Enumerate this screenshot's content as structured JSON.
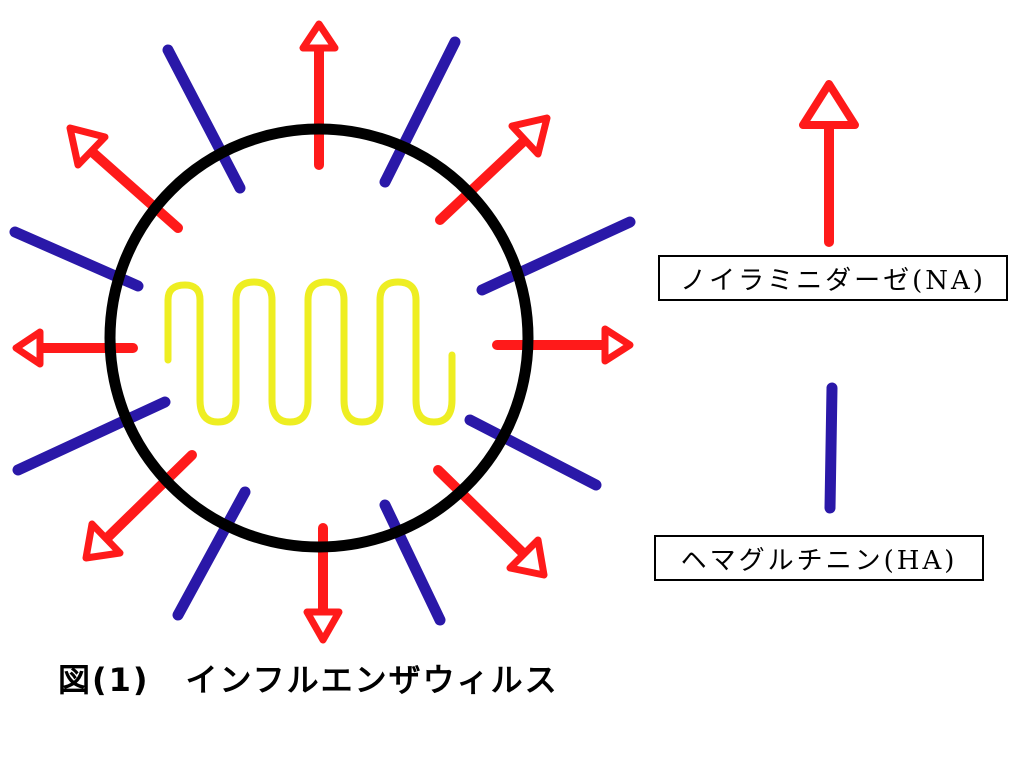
{
  "legend": {
    "neuraminidase_label": "ノイラミニダーゼ(NA)",
    "hemagglutinin_label": "ヘマグルチニン(HA)"
  },
  "caption": {
    "number": "図(1)",
    "title": "インフルエンザウィルス"
  },
  "colors": {
    "envelope": "#000000",
    "neuraminidase": "#ff1a1a",
    "hemagglutinin": "#2a18a8",
    "rna": "#eeee22"
  },
  "icons": {
    "neuraminidase": "red-arrow-icon",
    "hemagglutinin": "blue-spike-icon",
    "rna": "yellow-coil-icon"
  }
}
